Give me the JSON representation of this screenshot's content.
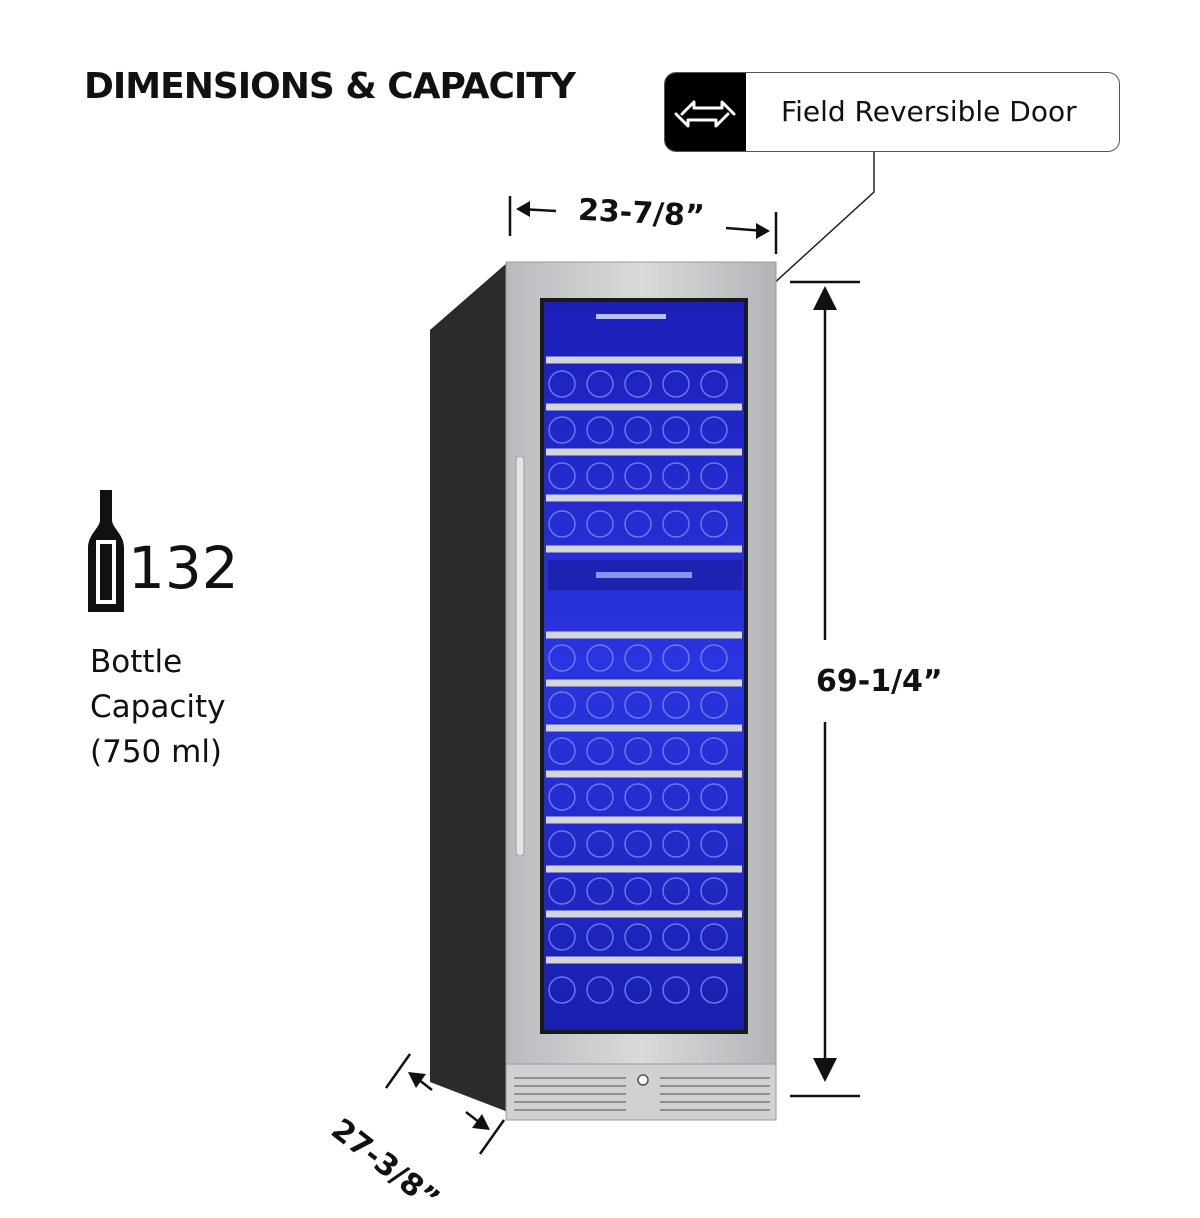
{
  "heading": "DIMENSIONS & CAPACITY",
  "feature": {
    "label": "Field Reversible Door",
    "icon": "swap-arrows-icon"
  },
  "dimensions": {
    "width": "23-7/8”",
    "height": "69-1/4”",
    "depth": "27-3/8”"
  },
  "capacity": {
    "count": "132",
    "label_lines": [
      "Bottle",
      "Capacity",
      "(750 ml)"
    ],
    "icon": "wine-bottle-icon"
  },
  "colors": {
    "text": "#111111",
    "steel": "#c4c6c8",
    "interior_blue": "#2a2fd8",
    "cabinet_side": "#2b2b2d"
  }
}
